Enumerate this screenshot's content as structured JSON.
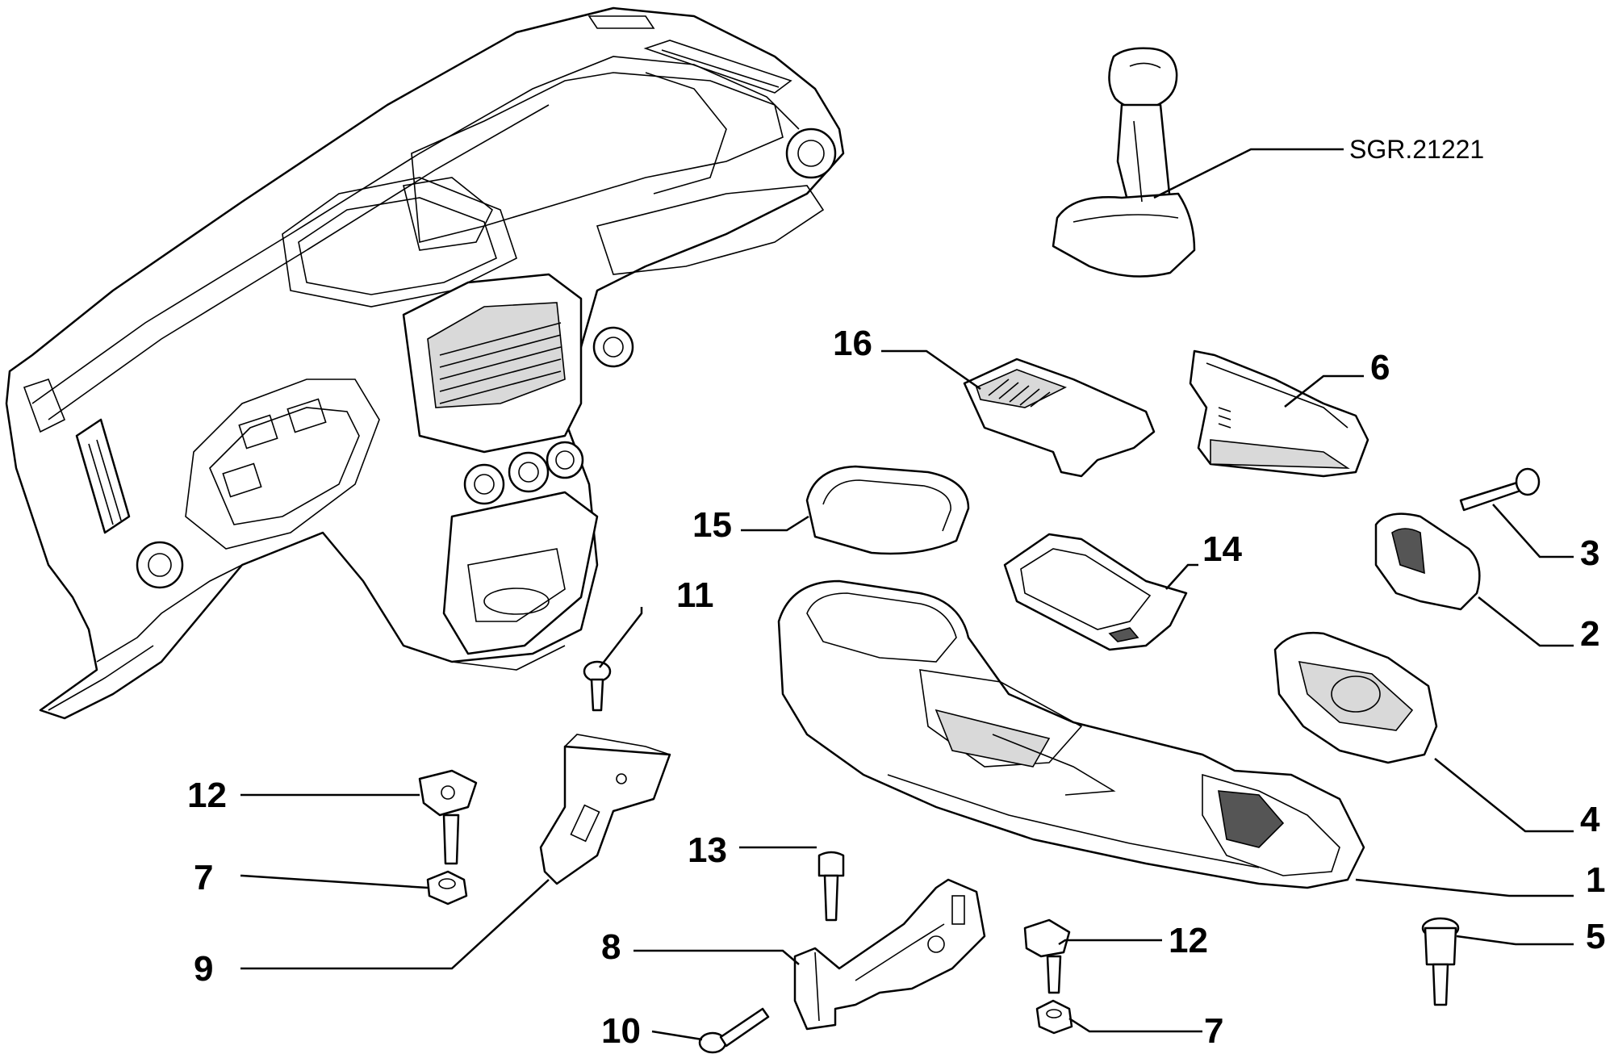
{
  "drawing_ref": "SGR.21221",
  "callouts": {
    "c16": "16",
    "c6": "6",
    "c15": "15",
    "c14": "14",
    "c3": "3",
    "c2": "2",
    "c11": "11",
    "c4": "4",
    "c12a": "12",
    "c7a": "7",
    "c13": "13",
    "c1": "1",
    "c9": "9",
    "c8": "8",
    "c12b": "12",
    "c5": "5",
    "c10": "10",
    "c7b": "7"
  }
}
